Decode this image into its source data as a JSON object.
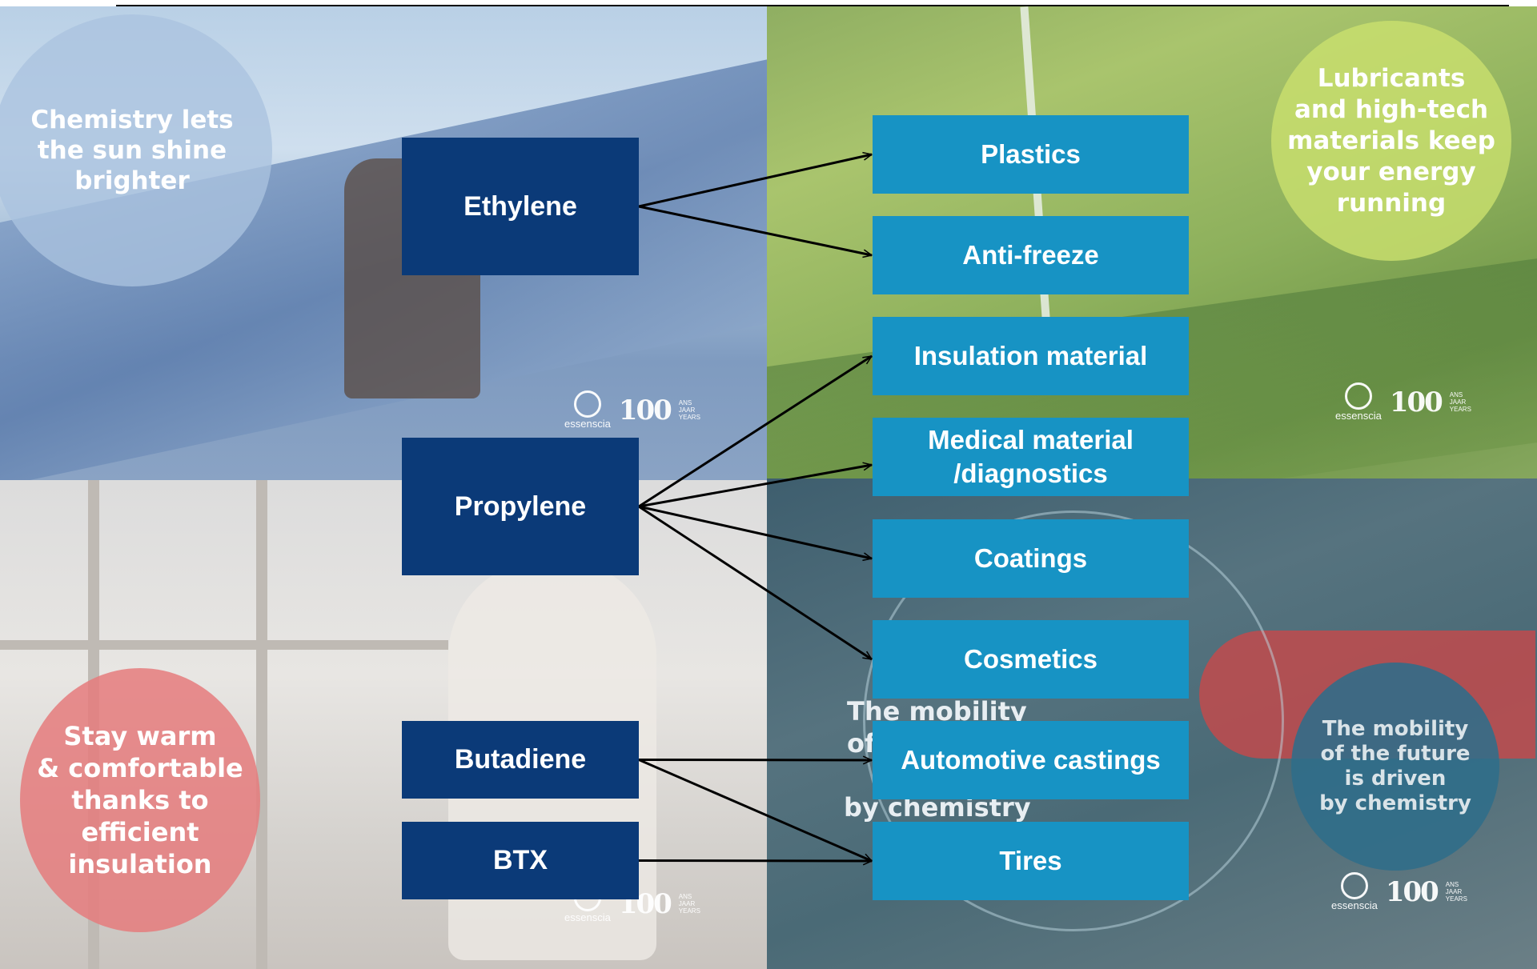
{
  "photo_captions": {
    "top_left": [
      "Chemistry lets",
      "the sun shine",
      "brighter"
    ],
    "top_right": [
      "Lubricants",
      "and high-tech",
      "materials keep",
      "your energy",
      "running"
    ],
    "bottom_left": [
      "Stay warm",
      "& comfortable",
      "thanks to",
      "efficient",
      "insulation"
    ],
    "bottom_right": [
      "The mobility",
      "of the future",
      "is driven",
      "by chemistry"
    ],
    "bottom_right_ghost_top": "The mobility",
    "bottom_right_ghost_of": "of",
    "bottom_right_ghost_bottom": "by chemistry"
  },
  "logo": {
    "brand": "essenscia",
    "number": "100",
    "years_lines": [
      "ANS",
      "JAAR",
      "YEARS"
    ]
  },
  "sources": [
    {
      "id": "ethylene",
      "label": "Ethylene"
    },
    {
      "id": "propylene",
      "label": "Propylene"
    },
    {
      "id": "butadiene",
      "label": "Butadiene"
    },
    {
      "id": "btx",
      "label": "BTX"
    }
  ],
  "targets": [
    {
      "id": "plastics",
      "label": "Plastics"
    },
    {
      "id": "anti-freeze",
      "label": "Anti-freeze"
    },
    {
      "id": "insulation-material",
      "label": "Insulation material"
    },
    {
      "id": "medical",
      "label": "Medical material /diagnostics"
    },
    {
      "id": "coatings",
      "label": "Coatings"
    },
    {
      "id": "cosmetics",
      "label": "Cosmetics"
    },
    {
      "id": "automotive-castings",
      "label": "Automotive castings"
    },
    {
      "id": "tires",
      "label": "Tires"
    }
  ],
  "edges": [
    {
      "from": "ethylene",
      "to": "plastics"
    },
    {
      "from": "ethylene",
      "to": "anti-freeze"
    },
    {
      "from": "propylene",
      "to": "insulation-material"
    },
    {
      "from": "propylene",
      "to": "medical"
    },
    {
      "from": "propylene",
      "to": "coatings"
    },
    {
      "from": "propylene",
      "to": "cosmetics"
    },
    {
      "from": "butadiene",
      "to": "automotive-castings"
    },
    {
      "from": "butadiene",
      "to": "tires"
    },
    {
      "from": "btx",
      "to": "tires"
    }
  ],
  "colors": {
    "source_box": "#0b3a78",
    "target_box": "#1793c4",
    "arrow": "#000000",
    "bubble_blue": "#aac3df",
    "bubble_green": "#c9df6e",
    "bubble_red": "#e57b7c",
    "bubble_teal": "#2f6d8a"
  }
}
